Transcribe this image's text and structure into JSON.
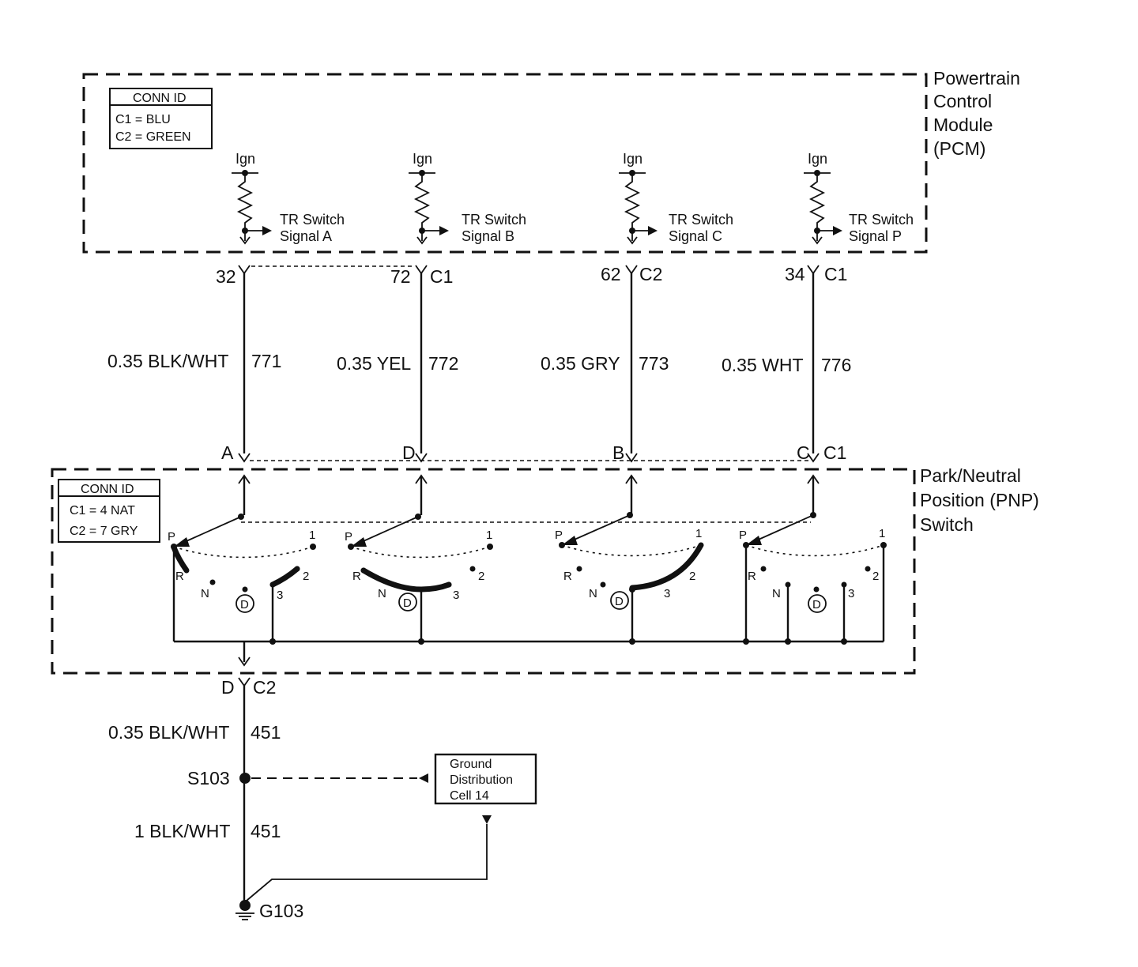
{
  "pcm": {
    "label_lines": [
      "Powertrain",
      "Control",
      "Module",
      "(PCM)"
    ],
    "conn_id": {
      "title": "CONN ID",
      "rows": [
        "C1 = BLU",
        "C2 = GREEN"
      ]
    },
    "ign_label": "Ign"
  },
  "pnp": {
    "label_lines": [
      "Park/Neutral",
      "Position (PNP)",
      "Switch"
    ],
    "conn_id": {
      "title": "CONN ID",
      "rows": [
        "C1 = 4 NAT",
        "C2 = 7 GRY"
      ]
    },
    "positions": {
      "p": "P",
      "r": "R",
      "n": "N",
      "d": "D",
      "three": "3",
      "two": "2",
      "one": "1"
    }
  },
  "circuits": [
    {
      "signal_lines": [
        "TR Switch",
        "Signal A"
      ],
      "pcm_pin": "32",
      "pcm_conn": "",
      "wire": "0.35 BLK/WHT",
      "circuit": "771",
      "pnp_pin": "A",
      "pnp_conn": ""
    },
    {
      "signal_lines": [
        "TR Switch",
        "Signal B"
      ],
      "pcm_pin": "72",
      "pcm_conn": "C1",
      "wire": "0.35 YEL",
      "circuit": "772",
      "pnp_pin": "D",
      "pnp_conn": ""
    },
    {
      "signal_lines": [
        "TR Switch",
        "Signal C"
      ],
      "pcm_pin": "62",
      "pcm_conn": "C2",
      "wire": "0.35 GRY",
      "circuit": "773",
      "pnp_pin": "B",
      "pnp_conn": ""
    },
    {
      "signal_lines": [
        "TR Switch",
        "Signal P"
      ],
      "pcm_pin": "34",
      "pcm_conn": "C1",
      "wire": "0.35 WHT",
      "circuit": "776",
      "pnp_pin": "C",
      "pnp_conn": "C1"
    }
  ],
  "ground": {
    "pnp_pin": "D",
    "pnp_conn": "C2",
    "wire_upper": "0.35 BLK/WHT",
    "circuit_upper": "451",
    "splice": "S103",
    "wire_lower": "1 BLK/WHT",
    "circuit_lower": "451",
    "ground_point": "G103",
    "distribution_lines": [
      "Ground",
      "Distribution",
      "Cell 14"
    ]
  }
}
